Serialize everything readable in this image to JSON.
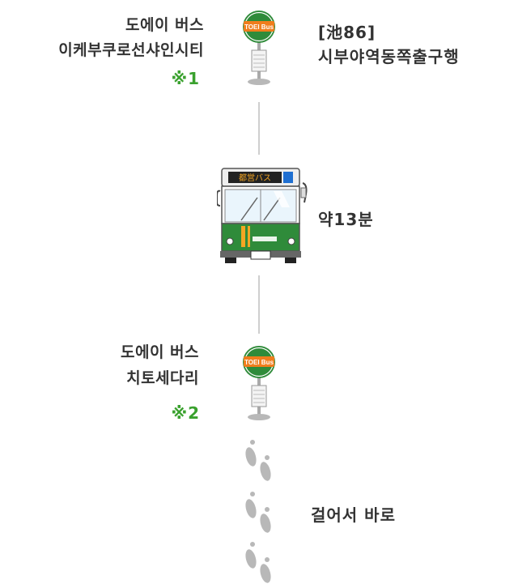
{
  "origin": {
    "operator": "도에이 버스",
    "stop_name": "이케부쿠로선샤인시티",
    "note": "※1",
    "sign_label": "TOEI Bus"
  },
  "route": {
    "number": "[池86]",
    "destination": "시부야역동쪽출구행"
  },
  "ride": {
    "duration": "약13분"
  },
  "bus_image": {
    "destination_display": "都営バス"
  },
  "destination": {
    "operator": "도에이 버스",
    "stop_name": "치토세다리",
    "note": "※2",
    "sign_label": "TOEI Bus"
  },
  "walk": {
    "label": "걸어서 바로"
  },
  "colors": {
    "bus_green": "#2f8b3a",
    "note_green": "#3aa12e",
    "sign_orange": "#f07d1c",
    "line_gray": "#cfcfcf",
    "footprint_gray": "#b8b8b8"
  }
}
